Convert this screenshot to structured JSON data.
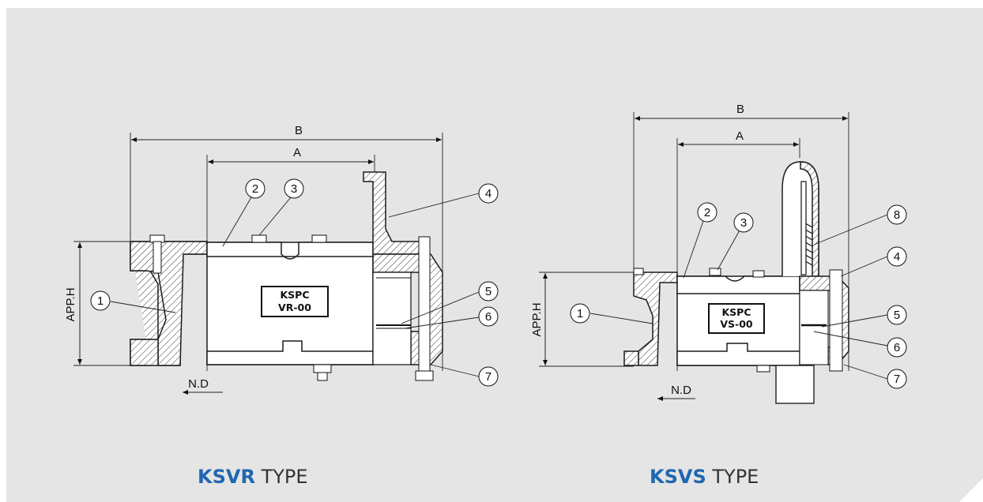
{
  "left_drawing": {
    "dim_overall": "B",
    "dim_inner": "A",
    "dim_height": "APP.H",
    "dim_nominal": "N.D",
    "plate_line1": "KSPC",
    "plate_line2": "VR-00",
    "callouts": [
      "1",
      "2",
      "3",
      "4",
      "5",
      "6",
      "7"
    ],
    "caption_bold": "KSVR",
    "caption_rest": " TYPE"
  },
  "right_drawing": {
    "dim_overall": "B",
    "dim_inner": "A",
    "dim_height": "APP.H",
    "dim_nominal": "N.D",
    "plate_line1": "KSPC",
    "plate_line2": "VS-00",
    "callouts": [
      "1",
      "2",
      "3",
      "4",
      "5",
      "6",
      "7",
      "8"
    ],
    "caption_bold": "KSVS",
    "caption_rest": " TYPE"
  },
  "colors": {
    "panel": "#e4e5e4",
    "accent": "#1f67b1",
    "line": "#1c1c1c"
  }
}
